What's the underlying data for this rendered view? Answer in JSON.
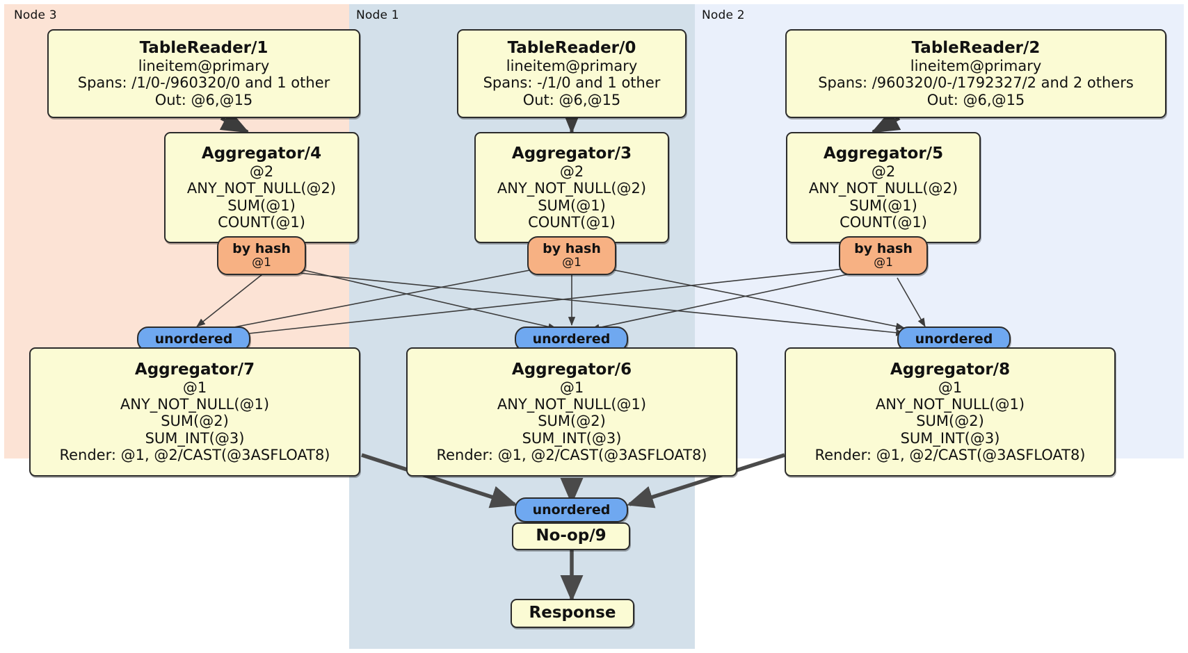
{
  "diagram": {
    "kind": "distributed-query-plan",
    "colors": {
      "node3_bg": "#fce3d5",
      "node1_bg": "#d3e0ea",
      "node2_bg": "#eaf0fb",
      "processor_fill": "#fbfbd4",
      "processor_stroke": "#2b2b2b",
      "hash_router_fill": "#f7b183",
      "unordered_router_fill": "#6fa8f0",
      "edge_thin": "#444444",
      "edge_thick": "#4a4a4a"
    },
    "nodes": [
      {
        "id": "node3",
        "label": "Node 3"
      },
      {
        "id": "node1",
        "label": "Node 1"
      },
      {
        "id": "node2",
        "label": "Node 2"
      }
    ],
    "processors": {
      "table_reader_1": {
        "title": "TableReader/1",
        "lines": [
          "lineitem@primary",
          "Spans: /1/0-/960320/0 and 1 other",
          "Out: @6,@15"
        ]
      },
      "table_reader_0": {
        "title": "TableReader/0",
        "lines": [
          "lineitem@primary",
          "Spans: -/1/0 and 1 other",
          "Out: @6,@15"
        ]
      },
      "table_reader_2": {
        "title": "TableReader/2",
        "lines": [
          "lineitem@primary",
          "Spans: /960320/0-/1792327/2 and 2 others",
          "Out: @6,@15"
        ]
      },
      "aggregator_4": {
        "title": "Aggregator/4",
        "lines": [
          "@2",
          "ANY_NOT_NULL(@2)",
          "SUM(@1)",
          "COUNT(@1)"
        ]
      },
      "aggregator_3": {
        "title": "Aggregator/3",
        "lines": [
          "@2",
          "ANY_NOT_NULL(@2)",
          "SUM(@1)",
          "COUNT(@1)"
        ]
      },
      "aggregator_5": {
        "title": "Aggregator/5",
        "lines": [
          "@2",
          "ANY_NOT_NULL(@2)",
          "SUM(@1)",
          "COUNT(@1)"
        ]
      },
      "aggregator_7": {
        "title": "Aggregator/7",
        "lines": [
          "@1",
          "ANY_NOT_NULL(@1)",
          "SUM(@2)",
          "SUM_INT(@3)",
          "Render: @1, @2/CAST(@3ASFLOAT8)"
        ]
      },
      "aggregator_6": {
        "title": "Aggregator/6",
        "lines": [
          "@1",
          "ANY_NOT_NULL(@1)",
          "SUM(@2)",
          "SUM_INT(@3)",
          "Render: @1, @2/CAST(@3ASFLOAT8)"
        ]
      },
      "aggregator_8": {
        "title": "Aggregator/8",
        "lines": [
          "@1",
          "ANY_NOT_NULL(@1)",
          "SUM(@2)",
          "SUM_INT(@3)",
          "Render: @1, @2/CAST(@3ASFLOAT8)"
        ]
      },
      "noop_9": {
        "title": "No-op/9",
        "lines": []
      },
      "response": {
        "title": "Response",
        "lines": []
      }
    },
    "routers": {
      "hash_left": {
        "label": "by hash",
        "sub": "@1"
      },
      "hash_center": {
        "label": "by hash",
        "sub": "@1"
      },
      "hash_right": {
        "label": "by hash",
        "sub": "@1"
      },
      "unordered_left": {
        "label": "unordered",
        "sub": ""
      },
      "unordered_center": {
        "label": "unordered",
        "sub": ""
      },
      "unordered_right": {
        "label": "unordered",
        "sub": ""
      },
      "unordered_final": {
        "label": "unordered",
        "sub": ""
      }
    }
  }
}
